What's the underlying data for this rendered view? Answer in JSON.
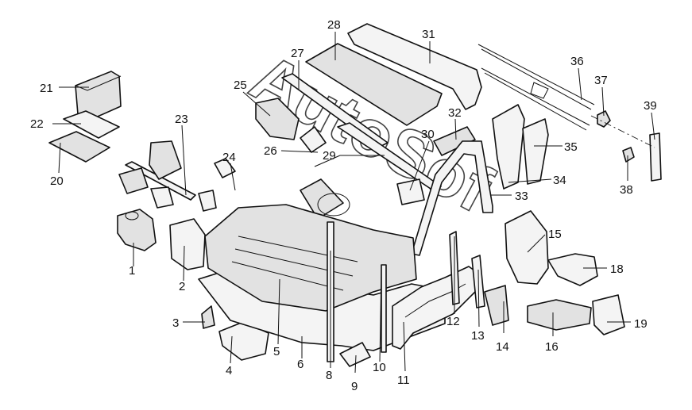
{
  "diagram": {
    "watermark": "AutoSof",
    "callouts": [
      "1",
      "2",
      "3",
      "4",
      "5",
      "6",
      "8",
      "9",
      "10",
      "11",
      "12",
      "13",
      "14",
      "15",
      "16",
      "18",
      "19",
      "20",
      "21",
      "22",
      "23",
      "24",
      "25",
      "26",
      "27",
      "28",
      "29",
      "30",
      "31",
      "32",
      "33",
      "34",
      "35",
      "36",
      "37",
      "38",
      "39"
    ]
  }
}
